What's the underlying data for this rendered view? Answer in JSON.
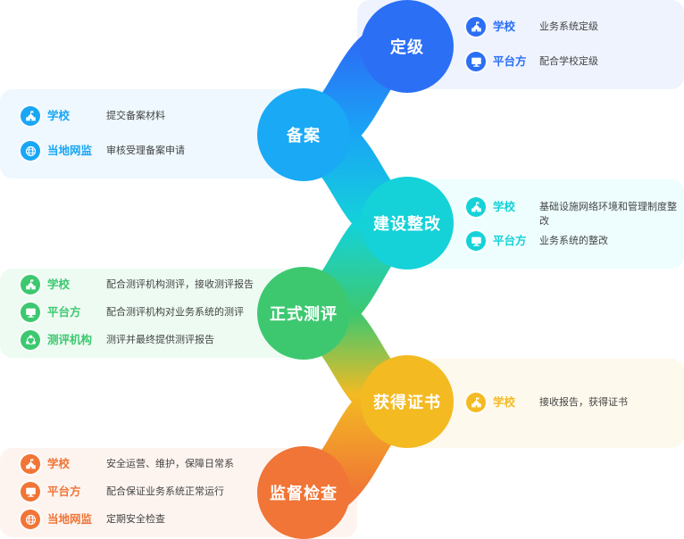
{
  "colors": {
    "blue": "#2b6ff5",
    "sky": "#19a6f5",
    "teal": "#14d2d8",
    "green": "#3dc870",
    "yellow": "#f3ba22",
    "orange": "#f07536"
  },
  "stages": [
    {
      "title": "定级",
      "items": [
        {
          "icon": "school-icon",
          "role": "学校",
          "desc": "业务系统定级"
        },
        {
          "icon": "monitor-icon",
          "role": "平台方",
          "desc": "配合学校定级"
        }
      ]
    },
    {
      "title": "备案",
      "items": [
        {
          "icon": "school-icon",
          "role": "学校",
          "desc": "提交备案材料"
        },
        {
          "icon": "globe-icon",
          "role": "当地网监",
          "desc": "审核受理备案申请"
        }
      ]
    },
    {
      "title": "建设整改",
      "items": [
        {
          "icon": "school-icon",
          "role": "学校",
          "desc": "基础设施网络环境和管理制度整改"
        },
        {
          "icon": "monitor-icon",
          "role": "平台方",
          "desc": "业务系统的整改"
        }
      ]
    },
    {
      "title": "正式测评",
      "items": [
        {
          "icon": "school-icon",
          "role": "学校",
          "desc": "配合测评机构测评，接收测评报告"
        },
        {
          "icon": "monitor-icon",
          "role": "平台方",
          "desc": "配合测评机构对业务系统的测评"
        },
        {
          "icon": "network-icon",
          "role": "测评机构",
          "desc": "测评并最终提供测评报告"
        }
      ]
    },
    {
      "title": "获得证书",
      "items": [
        {
          "icon": "school-icon",
          "role": "学校",
          "desc": "接收报告，获得证书"
        }
      ]
    },
    {
      "title": "监督检查",
      "items": [
        {
          "icon": "school-icon",
          "role": "学校",
          "desc": "安全运营、维护，保障日常系"
        },
        {
          "icon": "monitor-icon",
          "role": "平台方",
          "desc": "配合保证业务系统正常运行"
        },
        {
          "icon": "globe-icon",
          "role": "当地网监",
          "desc": "定期安全检查"
        }
      ]
    }
  ]
}
